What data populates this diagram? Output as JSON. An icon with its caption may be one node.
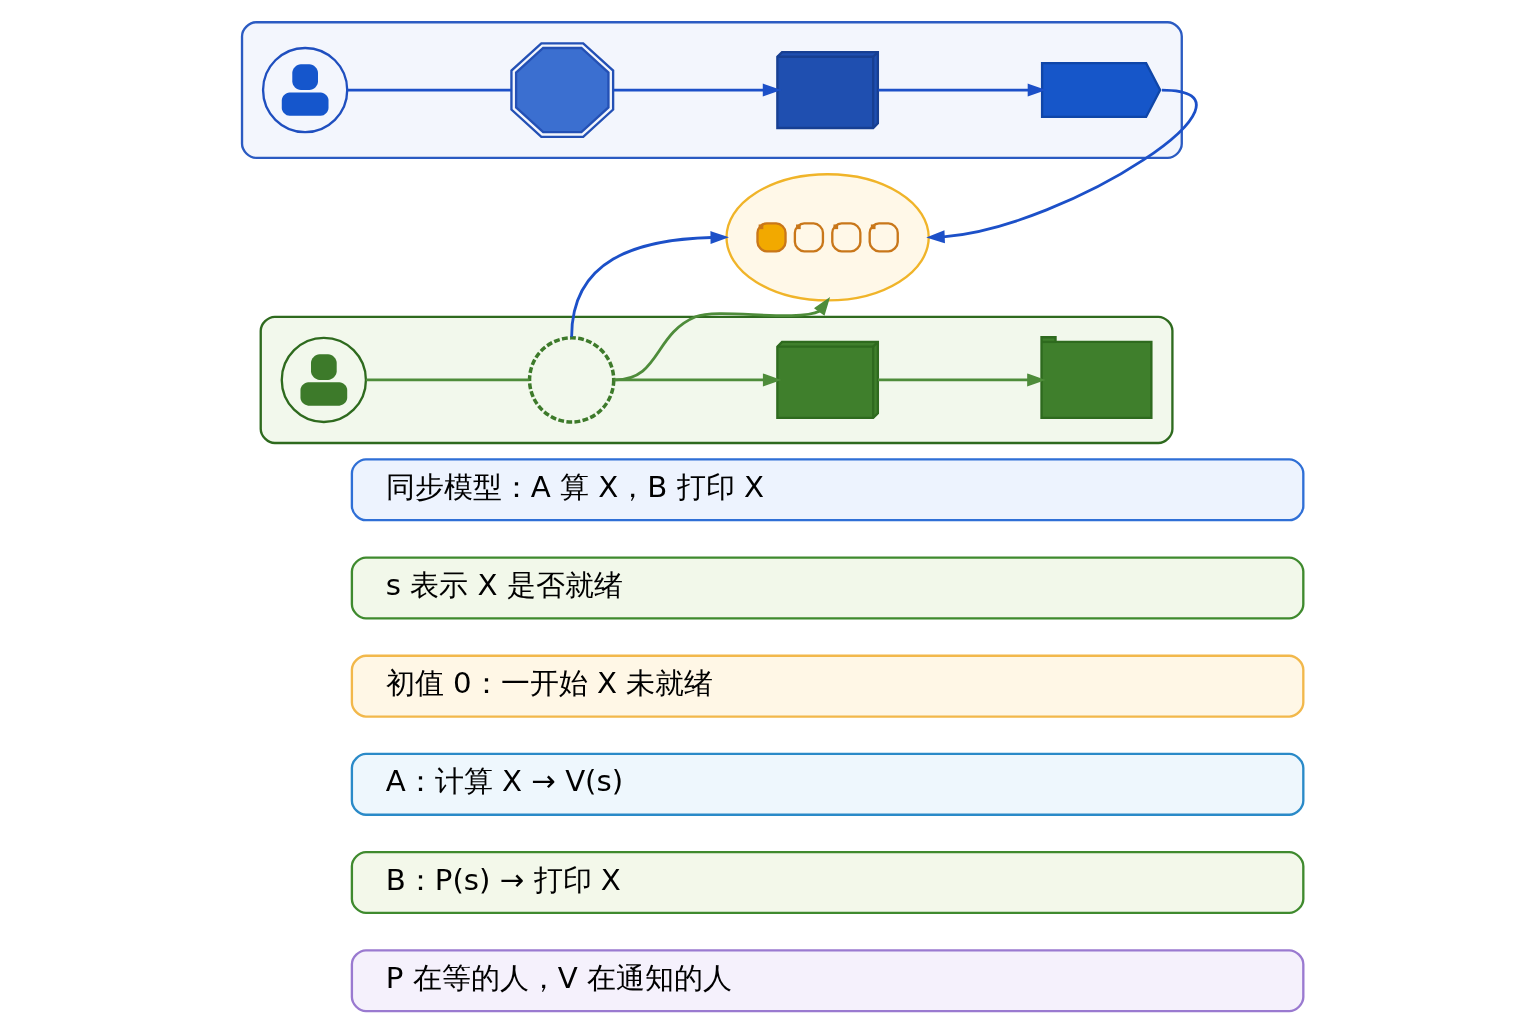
{
  "diagram": {
    "nodes": [
      {
        "text": [],
        "shape": "box"
      },
      {
        "text": [],
        "shape": "person",
        "in": 0
      },
      {
        "text": [],
        "shape": "gear",
        "in": 0
      },
      {
        "text": [],
        "shape": "cube",
        "in": 0
      },
      {
        "text": [],
        "shape": "flag",
        "in": 0
      },
      {
        "text": [],
        "shape": "ellipse"
      },
      {
        "text": [],
        "shape": "box"
      },
      {
        "text": [],
        "shape": "person",
        "in": 6
      },
      {
        "text": [],
        "shape": "spinner",
        "in": 6
      },
      {
        "text": [],
        "shape": "cube",
        "in": 6
      },
      {
        "text": [],
        "shape": "printer",
        "in": 6
      },
      {
        "text": [
          "同步模型：A 算 X，B 打印 X"
        ]
      },
      {
        "text": [
          "s 表示 X 是否就绪"
        ]
      },
      {
        "text": [
          "初值 0：一开始 X 未就绪"
        ]
      },
      {
        "text": [
          "A：计算 X → V(s)"
        ]
      },
      {
        "text": [
          "B：P(s) → 打印 X"
        ]
      },
      {
        "text": [
          "P 在等的人，V 在通知的人"
        ]
      }
    ],
    "edges": [
      {
        "from": 1,
        "to": 2,
        "arrow": "none"
      },
      {
        "from": 2,
        "to": 3,
        "arrow": "to"
      },
      {
        "from": 3,
        "to": 4,
        "arrow": "to"
      },
      {
        "from": 4,
        "to": 5,
        "arrow": "to"
      },
      {
        "from": 8,
        "to": 5,
        "arrow": "to"
      },
      {
        "from": 7,
        "to": 8,
        "arrow": "none",
        "color": "#4e8c3a"
      },
      {
        "from": 8,
        "to": 9,
        "arrow": "to",
        "color": "#4e8c3a"
      },
      {
        "from": 8,
        "to": 5,
        "arrow": "to",
        "color": "#4e8c3a"
      },
      {
        "from": 9,
        "to": 10,
        "arrow": "to",
        "color": "#4e8c3a"
      }
    ]
  }
}
